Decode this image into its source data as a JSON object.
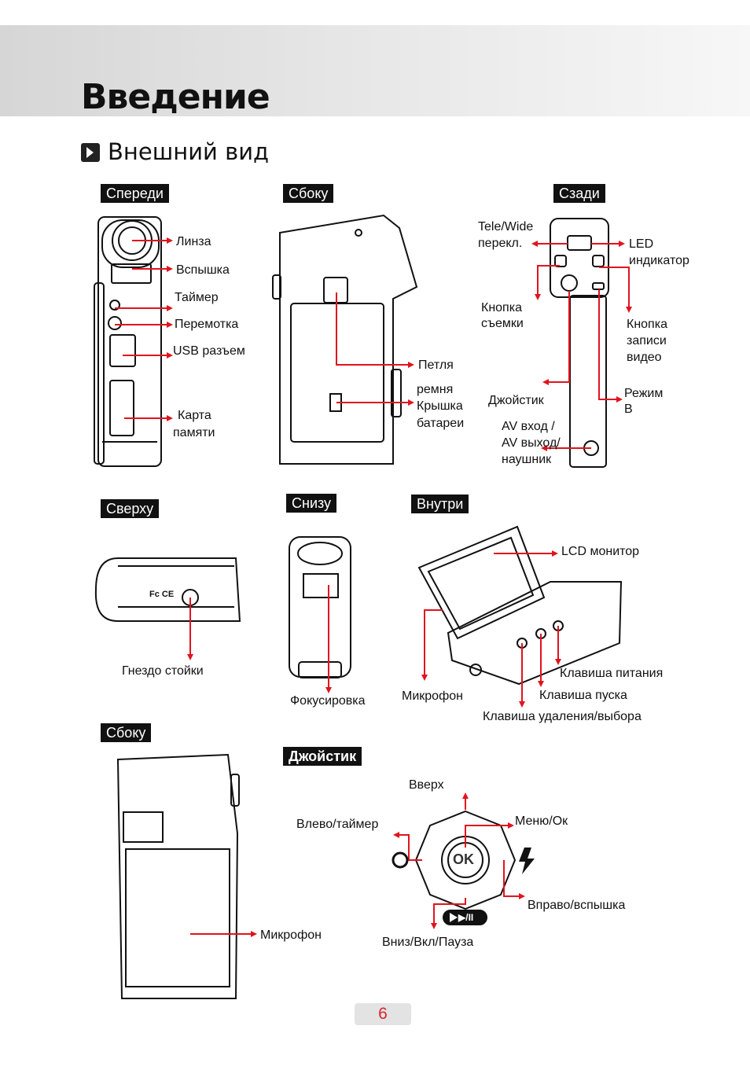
{
  "header": {
    "title": "Введение"
  },
  "section": {
    "title": "Внешний вид"
  },
  "tags": {
    "front": "Спереди",
    "side": "Сбоку",
    "back": "Сзади",
    "top": "Сверху",
    "bottom": "Снизу",
    "inside": "Внутри",
    "side2": "Сбоку",
    "joystick": "Джойстик"
  },
  "front": {
    "lens": "Линза",
    "flash": "Вспышка",
    "timer": "Таймер",
    "rewind": "Перемотка",
    "usb": "USB разъем",
    "card_1": "Карта",
    "card_2": "памяти"
  },
  "side": {
    "strap_1": "Петля",
    "strap_2": "ремня",
    "battery_1": "Крышка",
    "battery_2": "батареи"
  },
  "back": {
    "tele_1": "Tele/Wide",
    "tele_2": "перекл.",
    "led_1": "LED",
    "led_2": "индикатор",
    "shoot_1": "Кнопка",
    "shoot_2": "съемки",
    "rec_1": "Кнопка",
    "rec_2": "записи",
    "rec_3": "видео",
    "joystick": "Джойстик",
    "mode_1": "Режим",
    "mode_2": "В",
    "av_1": "AV вход /",
    "av_2": "AV выход/",
    "av_3": "наушник"
  },
  "top": {
    "tripod": "Гнездо стойки",
    "marking": "Fc CE"
  },
  "bottom": {
    "focus": "Фокусировка"
  },
  "inside": {
    "lcd": "LCD монитор",
    "mic": "Микрофон",
    "power": "Клавиша питания",
    "shutter": "Клавиша пуска",
    "delete": "Клавиша удаления/выбора"
  },
  "side2": {
    "mic": "Микрофон"
  },
  "joystick": {
    "up": "Вверх",
    "left": "Влево/таймер",
    "menu": "Меню/Ок",
    "right": "Вправо/вспышка",
    "down": "Вниз/Вкл/Пауза",
    "ok": "OK",
    "play": "▶/II"
  },
  "page": {
    "number": "6"
  },
  "colors": {
    "arrow": "#e0141e",
    "line": "#111111",
    "header_bg": "#dcdcdc"
  }
}
